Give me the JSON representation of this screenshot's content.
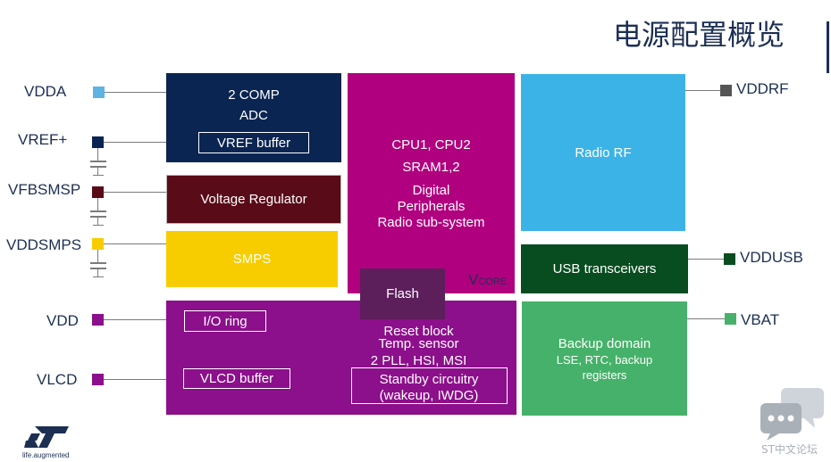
{
  "title": "电源配置概览",
  "colors": {
    "navy": "#0b2552",
    "maroon": "#5a0b18",
    "yellow": "#f7cd00",
    "magenta": "#b1007f",
    "purple_dark": "#5c1f5b",
    "violet": "#8c0f8b",
    "sky": "#3cb3e6",
    "green_dark": "#074d20",
    "green": "#46b16a",
    "pin_blue": "#5fb3e3",
    "pin_grey": "#555555"
  },
  "pins_left": [
    {
      "label": "VDDA"
    },
    {
      "label": "VREF+"
    },
    {
      "label": "VFBSMSP"
    },
    {
      "label": "VDDSMPS"
    },
    {
      "label": "VDD"
    },
    {
      "label": "VLCD"
    }
  ],
  "pins_right": [
    {
      "label": "VDDRF"
    },
    {
      "label": "VDDUSB"
    },
    {
      "label": "VBAT"
    }
  ],
  "blocks": {
    "adc": {
      "line1": "2 COMP",
      "line2": "ADC",
      "vref_buffer": "VREF buffer"
    },
    "regulator": {
      "label": "Voltage Regulator"
    },
    "smps": {
      "label": "SMPS"
    },
    "core": {
      "line1": "CPU1, CPU2",
      "line2": "SRAM1,2",
      "line3": "Digital",
      "line4": "Peripherals",
      "line5": "Radio sub-system",
      "vcore_v": "V",
      "vcore_sub": "CORE"
    },
    "flash": {
      "label": "Flash"
    },
    "io": {
      "io_ring": "I/O ring",
      "vlcd_buffer": "VLCD buffer",
      "line1": "Reset block",
      "line2": "Temp. sensor",
      "line3": "2 PLL, HSI, MSI",
      "standby1": "Standby circuitry",
      "standby2": "(wakeup, IWDG)"
    },
    "radio": {
      "label": "Radio RF"
    },
    "usb": {
      "label": "USB transceivers"
    },
    "backup": {
      "line1": "Backup domain",
      "line2": "LSE, RTC, backup",
      "line3": "registers"
    }
  },
  "logo": {
    "brand": "ST",
    "tagline": "life.augmented"
  },
  "watermark": {
    "text": "ST中文论坛"
  }
}
